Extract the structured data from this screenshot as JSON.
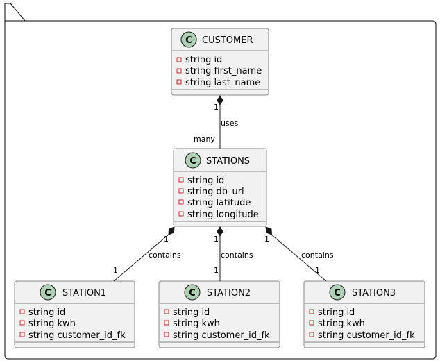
{
  "classes": {
    "customer": {
      "name": "CUSTOMER",
      "attributes": [
        "string id",
        "string first_name",
        "string last_name"
      ]
    },
    "stations": {
      "name": "STATIONS",
      "attributes": [
        "string id",
        "string db_url",
        "string latitude",
        "string longitude"
      ]
    },
    "station1": {
      "name": "STATION1",
      "attributes": [
        "string id",
        "string kwh",
        "string customer_id_fk"
      ]
    },
    "station2": {
      "name": "STATION2",
      "attributes": [
        "string id",
        "string kwh",
        "string customer_id_fk"
      ]
    },
    "station3": {
      "name": "STATION3",
      "attributes": [
        "string id",
        "string kwh",
        "string customer_id_fk"
      ]
    }
  },
  "class_icon_letter": "C",
  "relations": {
    "customer_stations": {
      "label": "uses",
      "from_mult": "1",
      "to_mult": "many"
    },
    "stations_station1": {
      "label": "contains",
      "from_mult": "1",
      "to_mult": "1"
    },
    "stations_station2": {
      "label": "contains",
      "from_mult": "1",
      "to_mult": "1"
    },
    "stations_station3": {
      "label": "contains",
      "from_mult": "1",
      "to_mult": "1"
    }
  },
  "colors": {
    "class_fill": "#F1F1F1",
    "border": "#181818",
    "class_icon": "#ADD1B2",
    "private_marker": "#C82930"
  }
}
